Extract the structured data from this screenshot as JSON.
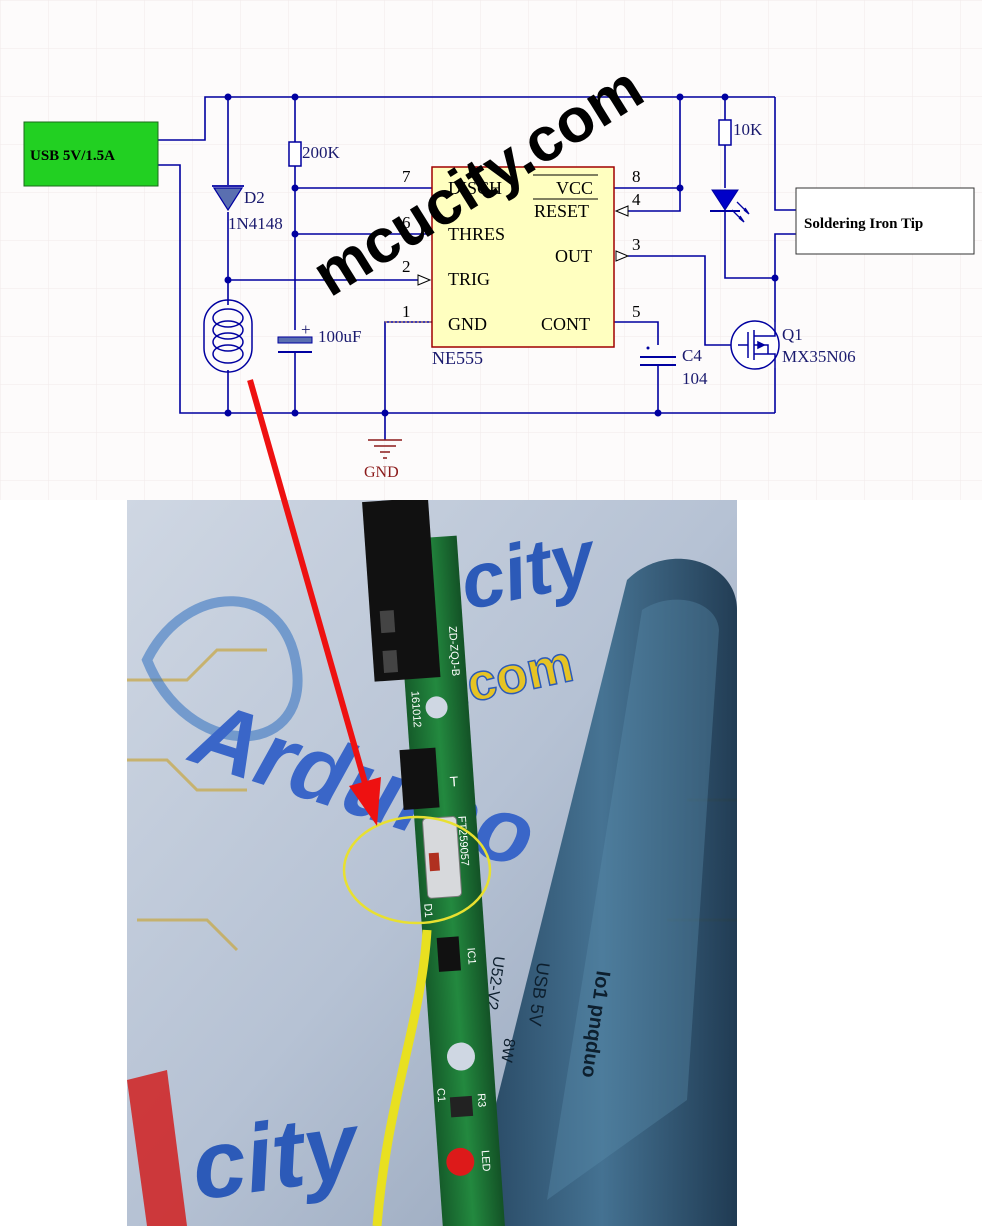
{
  "schematic": {
    "source_label": "USB 5V/1.5A",
    "load_label": "Soldering Iron Tip",
    "ic": {
      "name": "NE555",
      "pins_left": [
        {
          "num": "7",
          "name": "DISCH"
        },
        {
          "num": "6",
          "name": "THRES"
        },
        {
          "num": "2",
          "name": "TRIG"
        },
        {
          "num": "1",
          "name": "GND"
        }
      ],
      "pins_right": [
        {
          "num": "8",
          "name": "VCC"
        },
        {
          "num": "4",
          "name": "RESET"
        },
        {
          "num": "3",
          "name": "OUT"
        },
        {
          "num": "5",
          "name": "CONT"
        }
      ]
    },
    "components": {
      "d2_ref": "D2",
      "d2_value": "1N4148",
      "r1_value": "200K",
      "c1_plus": "+",
      "c1_value": "100uF",
      "r_led_value": "10K",
      "c4_ref": "C4",
      "c4_value": "104",
      "q1_ref": "Q1",
      "q1_value": "MX35N06",
      "gnd_label": "GND"
    },
    "watermark": "mcucity.com"
  },
  "photo": {
    "board_text_1": "ZD-ZQJ-B",
    "board_text_2": "161012",
    "board_text_3": "FT259057",
    "board_text_4": "T",
    "board_text_5": "D1",
    "board_text_6": "IC1",
    "board_text_7": "C1",
    "board_text_8": "R3",
    "board_text_9": "LED",
    "bg_logo_1": "city",
    "bg_logo_2": ".com",
    "bg_logo_3": "Arduino",
    "bg_logo_4": "city",
    "case_text_1": "USB 5V",
    "case_text_2": "8W",
    "case_text_3": "Io1 pnqduo",
    "case_text_4": "U52-V2"
  },
  "colors": {
    "wire": "#0000a0",
    "source_box": "#22d022",
    "ic_fill": "#ffffc0",
    "ic_border": "#a00000",
    "pcb": "#1f7a3a",
    "arrow": "#ee1111",
    "highlight": "#e8e030"
  }
}
